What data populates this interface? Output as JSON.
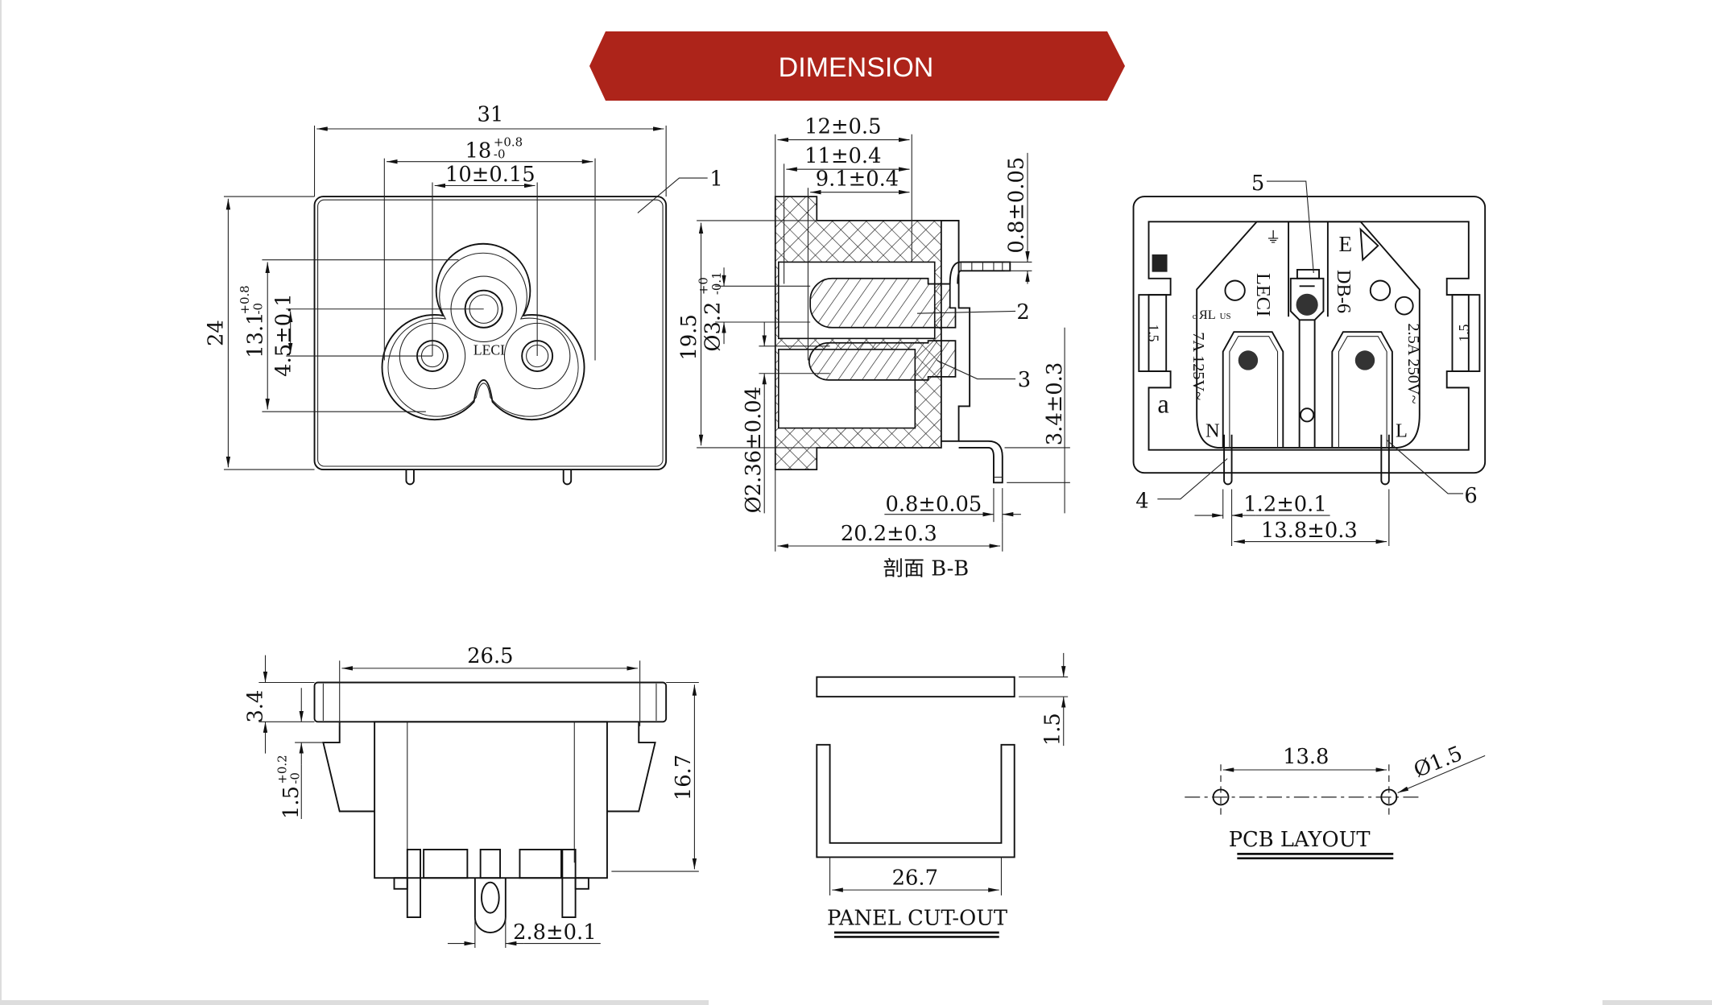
{
  "banner": {
    "title": "DIMENSION",
    "color": "#ad241a"
  },
  "front_view": {
    "dims": {
      "width": "31",
      "outer_pitch": "18",
      "outer_pitch_tol_plus": "+0.8",
      "outer_pitch_tol_minus": "-0",
      "pin_pitch": "10±0.15",
      "height": "24",
      "socket_height": "13.1",
      "socket_height_tol_plus": "+0.8",
      "socket_height_tol_minus": "-0",
      "pin_offset": "4.5±0.1"
    },
    "brand": "LECI",
    "callout": "1"
  },
  "section_view": {
    "dims": {
      "depth_12": "12±0.5",
      "depth_11": "11±0.4",
      "depth_9": "9.1±0.4",
      "pin_thickness_top": "0.8±0.05",
      "body_height": "19.5",
      "hole_dia": "Ø3.2",
      "hole_dia_tol_plus": "+0",
      "hole_dia_tol_minus": "-0.1",
      "pin_dia": "Ø2.36±0.04",
      "pin_height": "3.4±0.3",
      "pin_thickness_bottom": "0.8±0.05",
      "total_depth": "20.2±0.3"
    },
    "callouts": [
      "2",
      "3"
    ],
    "caption": "剖面 B-B"
  },
  "rear_view": {
    "markings": {
      "brand": "LECI",
      "model": "DB-6",
      "earth": "E",
      "rating_left": "7A 125V~",
      "rating_right": "2.5A 250V~",
      "neutral": "N",
      "live": "L",
      "letter": "a",
      "side_mark": "1.5",
      "ul_us": "US",
      "ul_c": "c"
    },
    "dims": {
      "pin_width": "1.2±0.1",
      "pin_pitch": "13.8±0.3"
    },
    "callouts": [
      "4",
      "5",
      "6"
    ]
  },
  "bottom_view": {
    "dims": {
      "flange_width": "26.5",
      "flange_thickness": "3.4",
      "clip_gap": "1.5",
      "clip_gap_tol_plus": "+0.2",
      "clip_gap_tol_minus": "-0",
      "overall_height": "16.7",
      "lug_width": "2.8±0.1"
    }
  },
  "panel_cutout": {
    "dims": {
      "width": "26.7",
      "thickness": "1.5"
    },
    "caption": "PANEL CUT-OUT"
  },
  "pcb_layout": {
    "dims": {
      "pitch": "13.8",
      "hole_dia": "Ø1.5"
    },
    "caption": "PCB LAYOUT"
  }
}
